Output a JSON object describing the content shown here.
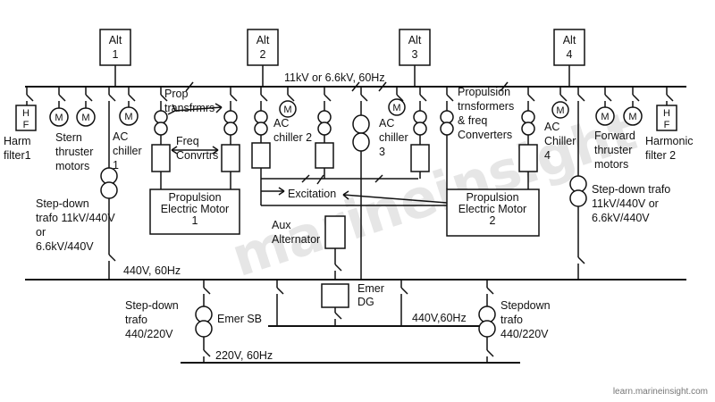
{
  "alternators": [
    "Alt\n1",
    "Alt\n2",
    "Alt\n3",
    "Alt\n4"
  ],
  "main_bus_label": "11kV or 6.6kV, 60Hz",
  "bus_440_label": "440V, 60Hz",
  "bus_220_label": "220V, 60Hz",
  "emer_bus_label": "440V,60Hz",
  "motor_symbol": "M",
  "filter_symbol": "H\nF",
  "labels": {
    "harm_filter1": "Harm\nfilter1",
    "stern_thruster": "Stern\nthruster\nmotors",
    "ac_chiller1": "AC\nchiller\n1",
    "prop_transformers": "Prop\ntransfrmrs",
    "freq_converters": "Freq\nConvrtrs",
    "ac_chiller2": "AC\nchiller 2",
    "ac_chiller3": "AC\nchiller\n3",
    "propulsion_transformers": "Propulsion\ntrnsformers\n& freq\nConverters",
    "ac_chiller4": "AC\nChiller\n4",
    "forward_thruster": "Forward\nthruster\nmotors",
    "harmonic_filter2": "Harmonic\nfilter 2",
    "stepdown_left": "Step-down\ntrafo 11kV/440V\nor\n6.6kV/440V",
    "stepdown_right": "Step-down trafo\n11kV/440V or\n6.6kV/440V",
    "excitation": "Excitation",
    "motor1": "Propulsion\nElectric Motor\n1",
    "motor2": "Propulsion\nElectric Motor\n2",
    "aux_alternator": "Aux\nAlternator",
    "stepdown_440_220_left": "Step-down\ntrafo\n440/220V",
    "emer_sb": "Emer SB",
    "emer_dg": "Emer\nDG",
    "stepdown_440_220_right": "Stepdown\ntrafo\n440/220V"
  },
  "watermark": "marineinsight",
  "credit": "learn.marineinsight.com"
}
